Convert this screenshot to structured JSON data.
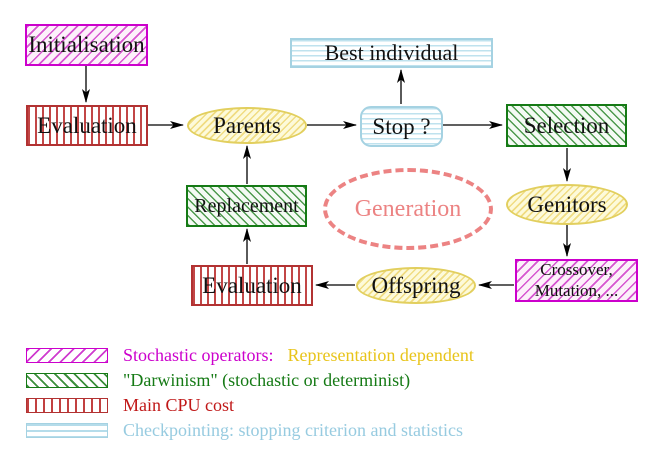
{
  "diagram": {
    "nodes": {
      "initialisation": {
        "label": "Initialisation"
      },
      "evaluation_top": {
        "label": "Evaluation"
      },
      "best_individual": {
        "label": "Best individual"
      },
      "parents": {
        "label": "Parents"
      },
      "stop": {
        "label": "Stop ?"
      },
      "selection": {
        "label": "Selection"
      },
      "replacement": {
        "label": "Replacement"
      },
      "generation": {
        "label": "Generation"
      },
      "genitors": {
        "label": "Genitors"
      },
      "crossover_mutation": {
        "line1": "Crossover,",
        "line2": "Mutation, ..."
      },
      "offspring": {
        "label": "Offspring"
      },
      "evaluation_bottom": {
        "label": "Evaluation"
      }
    },
    "colors": {
      "stochastic_magenta": "#cc00cc",
      "darwinism_green": "#157a15",
      "cpu_cost_red": "#c01818",
      "checkpoint_cyan": "#97cbe0",
      "operator_yellow_border": "#e2cf5e",
      "representation_gold_text": "#e8c41a",
      "generation_salmon": "#ec8383",
      "arrow_black": "#000000"
    }
  },
  "legend": {
    "items": [
      {
        "swatch": "magenta-diagonal-hatch",
        "text": "Stochastic operators:",
        "text_color": "#cc00cc",
        "suffix": "Representation dependent",
        "suffix_color": "#e8c41a"
      },
      {
        "swatch": "green-diagonal-hatch",
        "text": "\"Darwinism\" (stochastic or determinist)",
        "text_color": "#157a15"
      },
      {
        "swatch": "red-vertical-lines",
        "text": "Main CPU cost",
        "text_color": "#c01818"
      },
      {
        "swatch": "cyan-horizontal-lines",
        "text": "Checkpointing: stopping criterion and statistics",
        "text_color": "#97cbe0"
      }
    ]
  }
}
